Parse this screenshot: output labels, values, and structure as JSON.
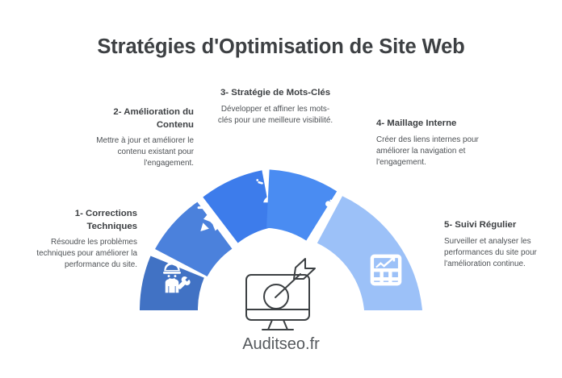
{
  "title": "Stratégies d'Optimisation de Site Web",
  "footer": "Auditseo.fr",
  "center_icon": "monitor-target-arrow-icon",
  "colors": {
    "title_text": "#3d4043",
    "body_text": "#4d5155",
    "background": "#ffffff",
    "segment_1": "#4172c4",
    "segment_2": "#4b81dc",
    "segment_3": "#3d7ceb",
    "segment_4": "#4a8cf2",
    "segment_5": "#9cc1f8",
    "icon_fill": "#ffffff",
    "center_icon_stroke": "#3c4043"
  },
  "steps": [
    {
      "number": "1-",
      "title": "Corrections Techniques",
      "heading": "1-  Corrections Techniques",
      "description": "Résoudre les problèmes techniques pour améliorer la performance du site.",
      "icon": "worker-wrench-icon",
      "color": "#4172c4"
    },
    {
      "number": "2-",
      "title": "Amélioration du Contenu",
      "heading": "2-  Amélioration du Contenu",
      "description": "Mettre à jour et améliorer le contenu existant pour l'engagement.",
      "icon": "rocket-icon",
      "color": "#4b81dc"
    },
    {
      "number": "3-",
      "title": "Stratégie de Mots-Clés",
      "heading": "3-  Stratégie de Mots-Clés",
      "description": "Développer et affiner les mots-clés pour une meilleure visibilité.",
      "icon": "idea-person-icon",
      "color": "#3d7ceb"
    },
    {
      "number": "4-",
      "title": "Maillage Interne",
      "heading": "4- Maillage Interne",
      "description": "Créer des liens internes pour améliorer la navigation et l'engagement.",
      "icon": "network-nodes-icon",
      "color": "#4a8cf2"
    },
    {
      "number": "5-",
      "title": "Suivi Régulier",
      "heading": "5- Suivi Régulier",
      "description": "Surveiller et analyser les performances du site pour l'amélioration continue.",
      "icon": "chart-grid-icon",
      "color": "#9cc1f8"
    }
  ]
}
